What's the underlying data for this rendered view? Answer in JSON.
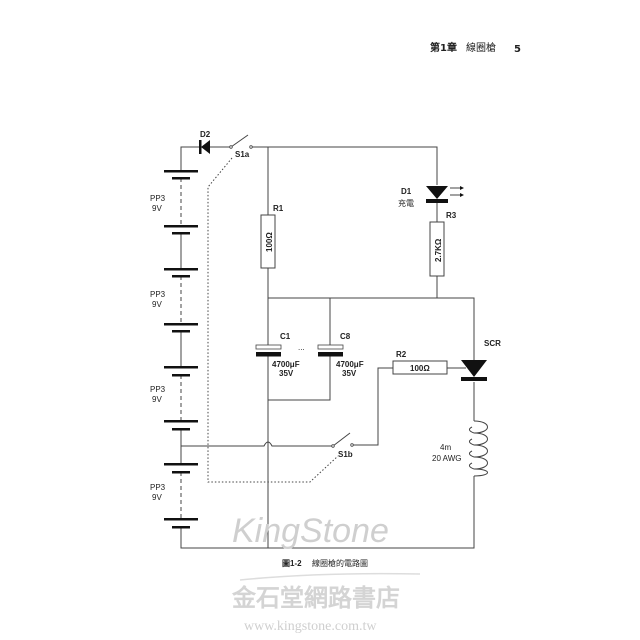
{
  "header": {
    "chapter": "第1章",
    "title": "線圈槍",
    "page_number": "5"
  },
  "caption": {
    "figure": "圖1-2",
    "text": "線圈槍的電路圖"
  },
  "diagram": {
    "d2": "D2",
    "s1a": "S1a",
    "s1b": "S1b",
    "batteries": [
      {
        "type": "PP3",
        "voltage": "9V"
      },
      {
        "type": "PP3",
        "voltage": "9V"
      },
      {
        "type": "PP3",
        "voltage": "9V"
      },
      {
        "type": "PP3",
        "voltage": "9V"
      }
    ],
    "r1": {
      "name": "R1",
      "value": "100Ω"
    },
    "r2": {
      "name": "R2",
      "value": "100Ω"
    },
    "r3": {
      "name": "R3",
      "value": "2.7KΩ"
    },
    "d1": {
      "name": "D1",
      "note": "充電"
    },
    "c1": {
      "name": "C1",
      "value": "4700μF",
      "voltage": "35V"
    },
    "c8": {
      "name": "C8",
      "value": "4700μF",
      "voltage": "35V"
    },
    "ellipsis": "...",
    "scr": "SCR",
    "coil": {
      "length": "4m",
      "gauge": "20 AWG"
    }
  },
  "watermark": {
    "logo": "KingStone",
    "store": "金石堂網路書店",
    "url": "www.kingstone.com.tw"
  }
}
